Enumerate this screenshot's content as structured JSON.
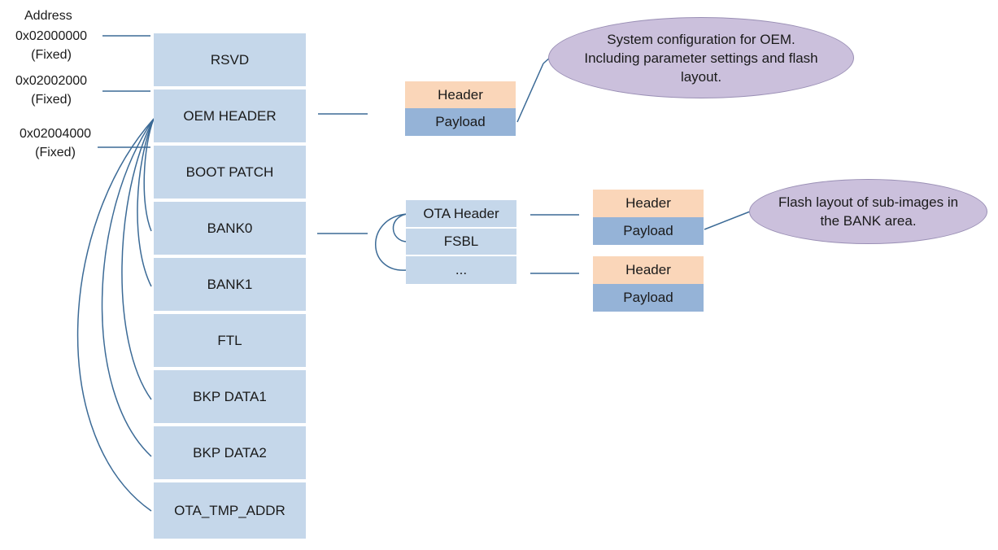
{
  "addresses": {
    "title": "Address",
    "a0": "0x02000000",
    "a0_note": "(Fixed)",
    "a1": "0x02002000",
    "a1_note": "(Fixed)",
    "a2": "0x02004000",
    "a2_note": "(Fixed)"
  },
  "memory_blocks": [
    "RSVD",
    "OEM HEADER",
    "BOOT PATCH",
    "BANK0",
    "BANK1",
    "FTL",
    "BKP DATA1",
    "BKP DATA2",
    "OTA_TMP_ADDR"
  ],
  "oem_image": {
    "header": "Header",
    "payload": "Payload"
  },
  "oem_note": "System configuration for OEM. Including parameter settings and flash layout.",
  "bank_layout": [
    "OTA Header",
    "FSBL",
    "..."
  ],
  "sub_image_1": {
    "header": "Header",
    "payload": "Payload"
  },
  "sub_image_2": {
    "header": "Header",
    "payload": "Payload"
  },
  "bank_note": "Flash layout of sub-images in the BANK area.",
  "colors": {
    "block_fill": "#c5d7ea",
    "header_fill": "#fad6b9",
    "payload_fill": "#95b3d7",
    "note_fill": "#cbc0dc",
    "line": "#3b6a96"
  }
}
